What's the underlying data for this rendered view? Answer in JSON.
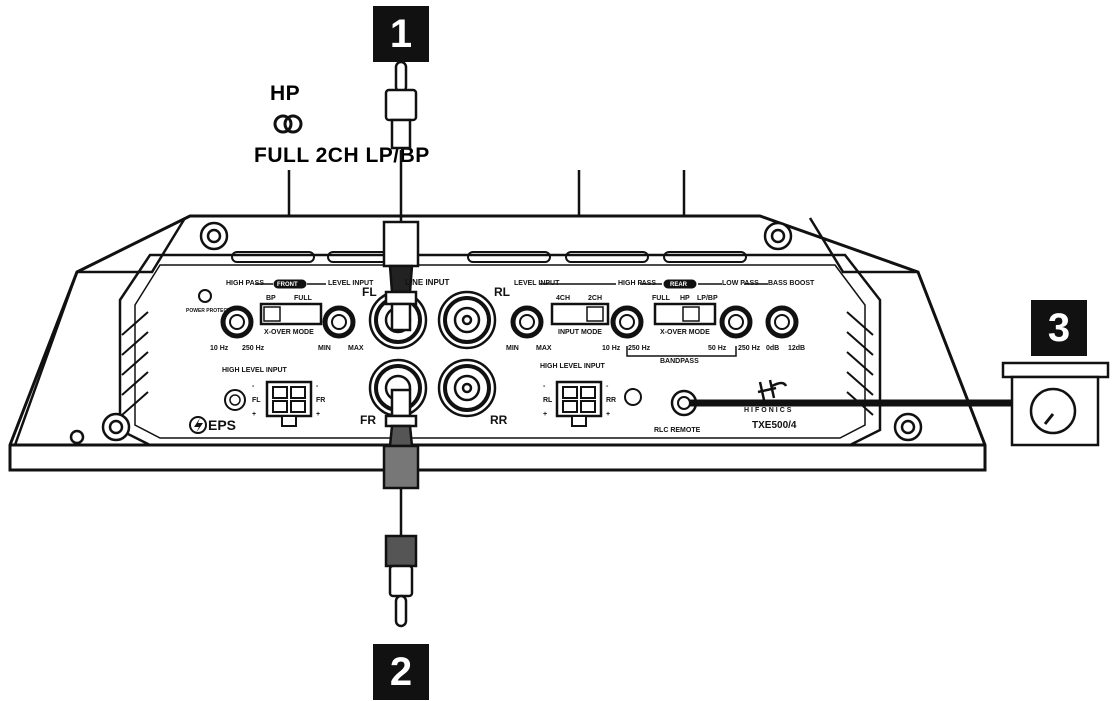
{
  "callouts": {
    "one": "1",
    "two": "2",
    "three": "3"
  },
  "crossover_indicator": {
    "top": "HP",
    "bottom": "FULL 2CH LP/BP"
  },
  "amplifier": {
    "front_left": {
      "high_pass": "HIGH PASS",
      "front_tag": "FRONT",
      "level_input": "LEVEL INPUT",
      "bp": "BP",
      "full": "FULL",
      "xover_mode": "X-OVER MODE",
      "hz_low": "10 Hz",
      "hz_high": "250 Hz",
      "min": "MIN",
      "max": "MAX",
      "power_protect": "POWER PROTECT",
      "high_level_input": "HIGH LEVEL INPUT",
      "fl": "FL",
      "fr": "FR",
      "plus": "+",
      "minus": "-"
    },
    "line_input": {
      "title": "LINE INPUT",
      "fl": "FL",
      "rl": "RL",
      "fr": "FR",
      "rr": "RR"
    },
    "rear_right": {
      "level_input": "LEVEL INPUT",
      "high_pass": "HIGH PASS",
      "rear_tag": "REAR",
      "low_pass": "LOW PASS",
      "bass_boost": "BASS BOOST",
      "four_ch": "4CH",
      "two_ch": "2CH",
      "input_mode": "INPUT MODE",
      "full": "FULL",
      "hp": "HP",
      "lp_bp": "LP/BP",
      "xover_mode": "X-OVER MODE",
      "min": "MIN",
      "max": "MAX",
      "hz_10": "10 Hz",
      "hz_250": "250 Hz",
      "bandpass": "BANDPASS",
      "hz_50": "50 Hz",
      "hz_250b": "250 Hz",
      "db_0": "0dB",
      "db_12": "12dB",
      "high_level_input": "HIGH LEVEL INPUT",
      "rl": "RL",
      "rr": "RR",
      "plus": "+",
      "minus": "-"
    },
    "eps": "EPS",
    "rlc_remote": "RLC REMOTE",
    "brand": "HIFONICS",
    "model": "TXE500/4"
  },
  "colors": {
    "line": "#111111",
    "background": "#ffffff",
    "badge": "#111111"
  }
}
